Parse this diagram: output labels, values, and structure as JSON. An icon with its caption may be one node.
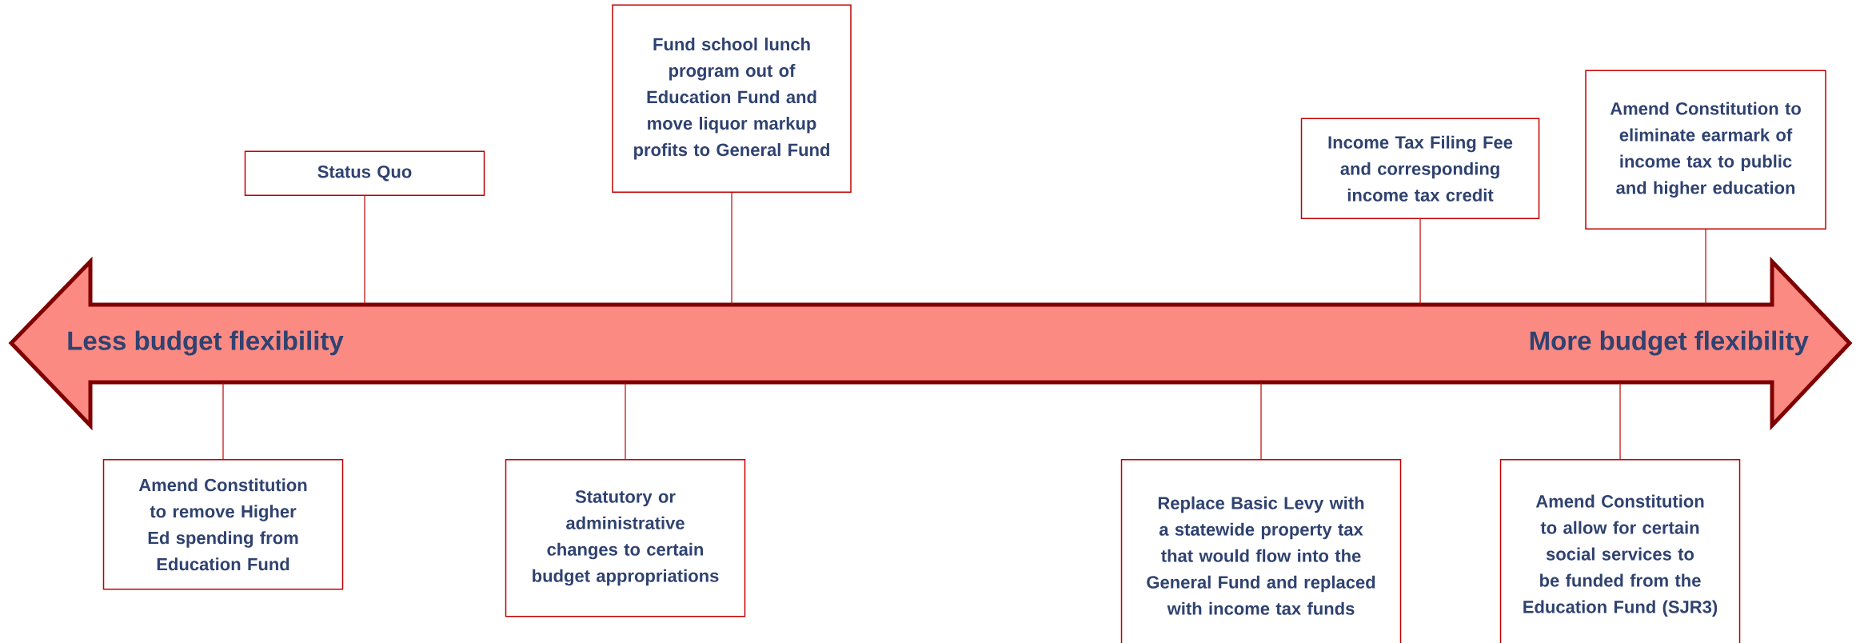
{
  "diagram": {
    "nodes": [
      {
        "text": [
          "Less budget flexibility",
          "More budget flexibility"
        ]
      },
      {
        "text": [
          "Status Quo"
        ]
      },
      {
        "text": [
          "Fund school lunch program out of Education Fund and move liquor markup profits to General Fund"
        ]
      },
      {
        "text": [
          "Income Tax Filing Fee and corresponding income tax credit"
        ]
      },
      {
        "text": [
          "Amend Constitution to eliminate earmark of income tax to public and higher education"
        ]
      },
      {
        "text": [
          "Amend Constitution to remove Higher Ed spending from Education Fund"
        ]
      },
      {
        "text": [
          "Statutory or administrative changes to certain budget appropriations"
        ]
      },
      {
        "text": [
          "Replace Basic Levy with a statewide property tax that would flow into the General Fund and replaced with income tax funds"
        ]
      },
      {
        "text": [
          "Amend Constitution to allow for certain social services to be funded from the Education Fund (SJR3)"
        ]
      }
    ],
    "edges": [
      {
        "from": 1,
        "to": 0,
        "arrow": "none"
      },
      {
        "from": 2,
        "to": 0,
        "arrow": "none"
      },
      {
        "from": 3,
        "to": 0,
        "arrow": "none"
      },
      {
        "from": 4,
        "to": 0,
        "arrow": "none"
      },
      {
        "from": 5,
        "to": 0,
        "arrow": "none"
      },
      {
        "from": 6,
        "to": 0,
        "arrow": "none"
      },
      {
        "from": 7,
        "to": 0,
        "arrow": "none"
      },
      {
        "from": 8,
        "to": 0,
        "arrow": "none"
      }
    ]
  }
}
